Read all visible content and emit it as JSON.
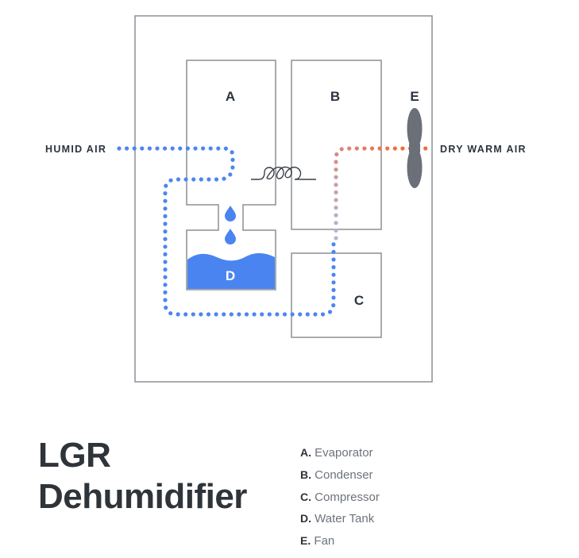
{
  "diagram": {
    "components": [
      {
        "letter": "A",
        "name": "Evaporator"
      },
      {
        "letter": "B",
        "name": "Condenser"
      },
      {
        "letter": "C",
        "name": "Compressor"
      },
      {
        "letter": "D",
        "name": "Water Tank"
      },
      {
        "letter": "E",
        "name": "Fan"
      }
    ],
    "inlet_label": "HUMID AIR",
    "outlet_label": "DRY WARM AIR",
    "colors": {
      "humid_air": "#4d86f0",
      "dry_air": "#f26a3e",
      "water": "#4a84f0",
      "outline": "#8c9096",
      "fan": "#6a6f78"
    }
  },
  "title": {
    "line1": "LGR",
    "line2": "Dehumidifier"
  },
  "legend": [
    {
      "key": "A.",
      "label": " Evaporator"
    },
    {
      "key": "B.",
      "label": " Condenser"
    },
    {
      "key": "C.",
      "label": " Compressor"
    },
    {
      "key": "D.",
      "label": " Water Tank"
    },
    {
      "key": "E.",
      "label": " Fan"
    }
  ]
}
